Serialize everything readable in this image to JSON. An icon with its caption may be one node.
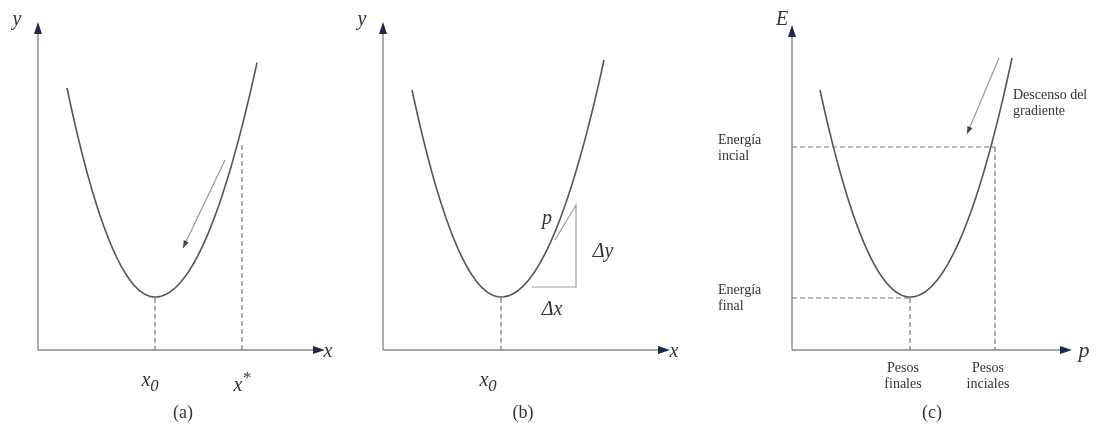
{
  "diagram": {
    "labels": [
      "y",
      "y",
      "E",
      "Descenso del gradiente",
      "Energía incial",
      "p",
      "Δy",
      "Energía final",
      "Δx",
      "x",
      "x",
      "p",
      "x$_{0}$",
      "x$^{*}$",
      "x$_{0}$",
      "Pesos finales",
      "Pesos inciales",
      "(a)",
      "(b)",
      "(c)"
    ]
  }
}
